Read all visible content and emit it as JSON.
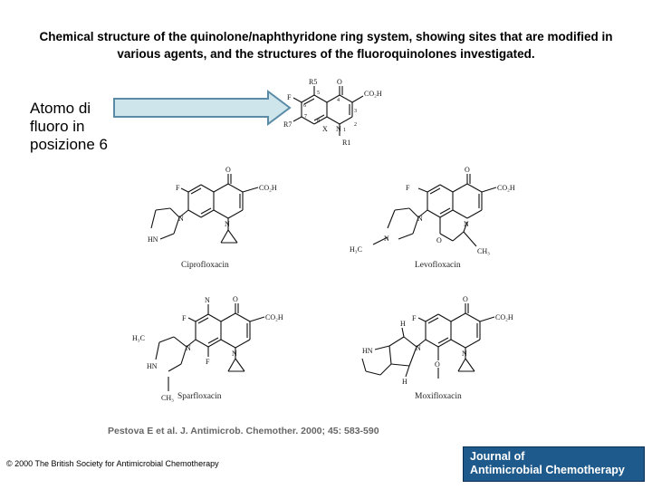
{
  "title": "Chemical structure of the quinolone/naphthyridone ring system, showing sites that are modified in various agents, and the structures of the fluoroquinolones investigated.",
  "annotation": {
    "line1": "Atomo di",
    "line2": "fluoro in",
    "line3": "posizione 6"
  },
  "core_structure": {
    "labels": {
      "r5": "R5",
      "o": "O",
      "f": "F",
      "co2h": "CO₂H",
      "r7": "R7",
      "n": "N",
      "x": "X",
      "r1": "R1",
      "n5": "5",
      "n6": "6",
      "n7": "7",
      "n8": "8",
      "n4": "4",
      "n3": "3",
      "n2": "2",
      "n1": "1"
    }
  },
  "drugs": [
    {
      "name": "Ciprofloxacin"
    },
    {
      "name": "Levofloxacin"
    },
    {
      "name": "Sparfloxacin"
    },
    {
      "name": "Moxifloxacin"
    }
  ],
  "atom_labels": {
    "f": "F",
    "o": "O",
    "n": "N",
    "co2h": "CO₂H",
    "hn": "HN",
    "h3c": "H₃C",
    "ch3": "CH₃",
    "h": "H",
    "o_me": "O",
    "me": "CH₃"
  },
  "citation": "Pestova E et al. J. Antimicrob. Chemother. 2000; 45: 583-590",
  "copyright": "© 2000 The British Society for Antimicrobial Chemotherapy",
  "logo": {
    "line1": "Journal of",
    "line2": "Antimicrobial Chemotherapy"
  },
  "colors": {
    "arrow_fill": "#cfe5ec",
    "arrow_stroke": "#5b8ba6",
    "logo_bg": "#1f5a8c",
    "citation": "#666666"
  }
}
